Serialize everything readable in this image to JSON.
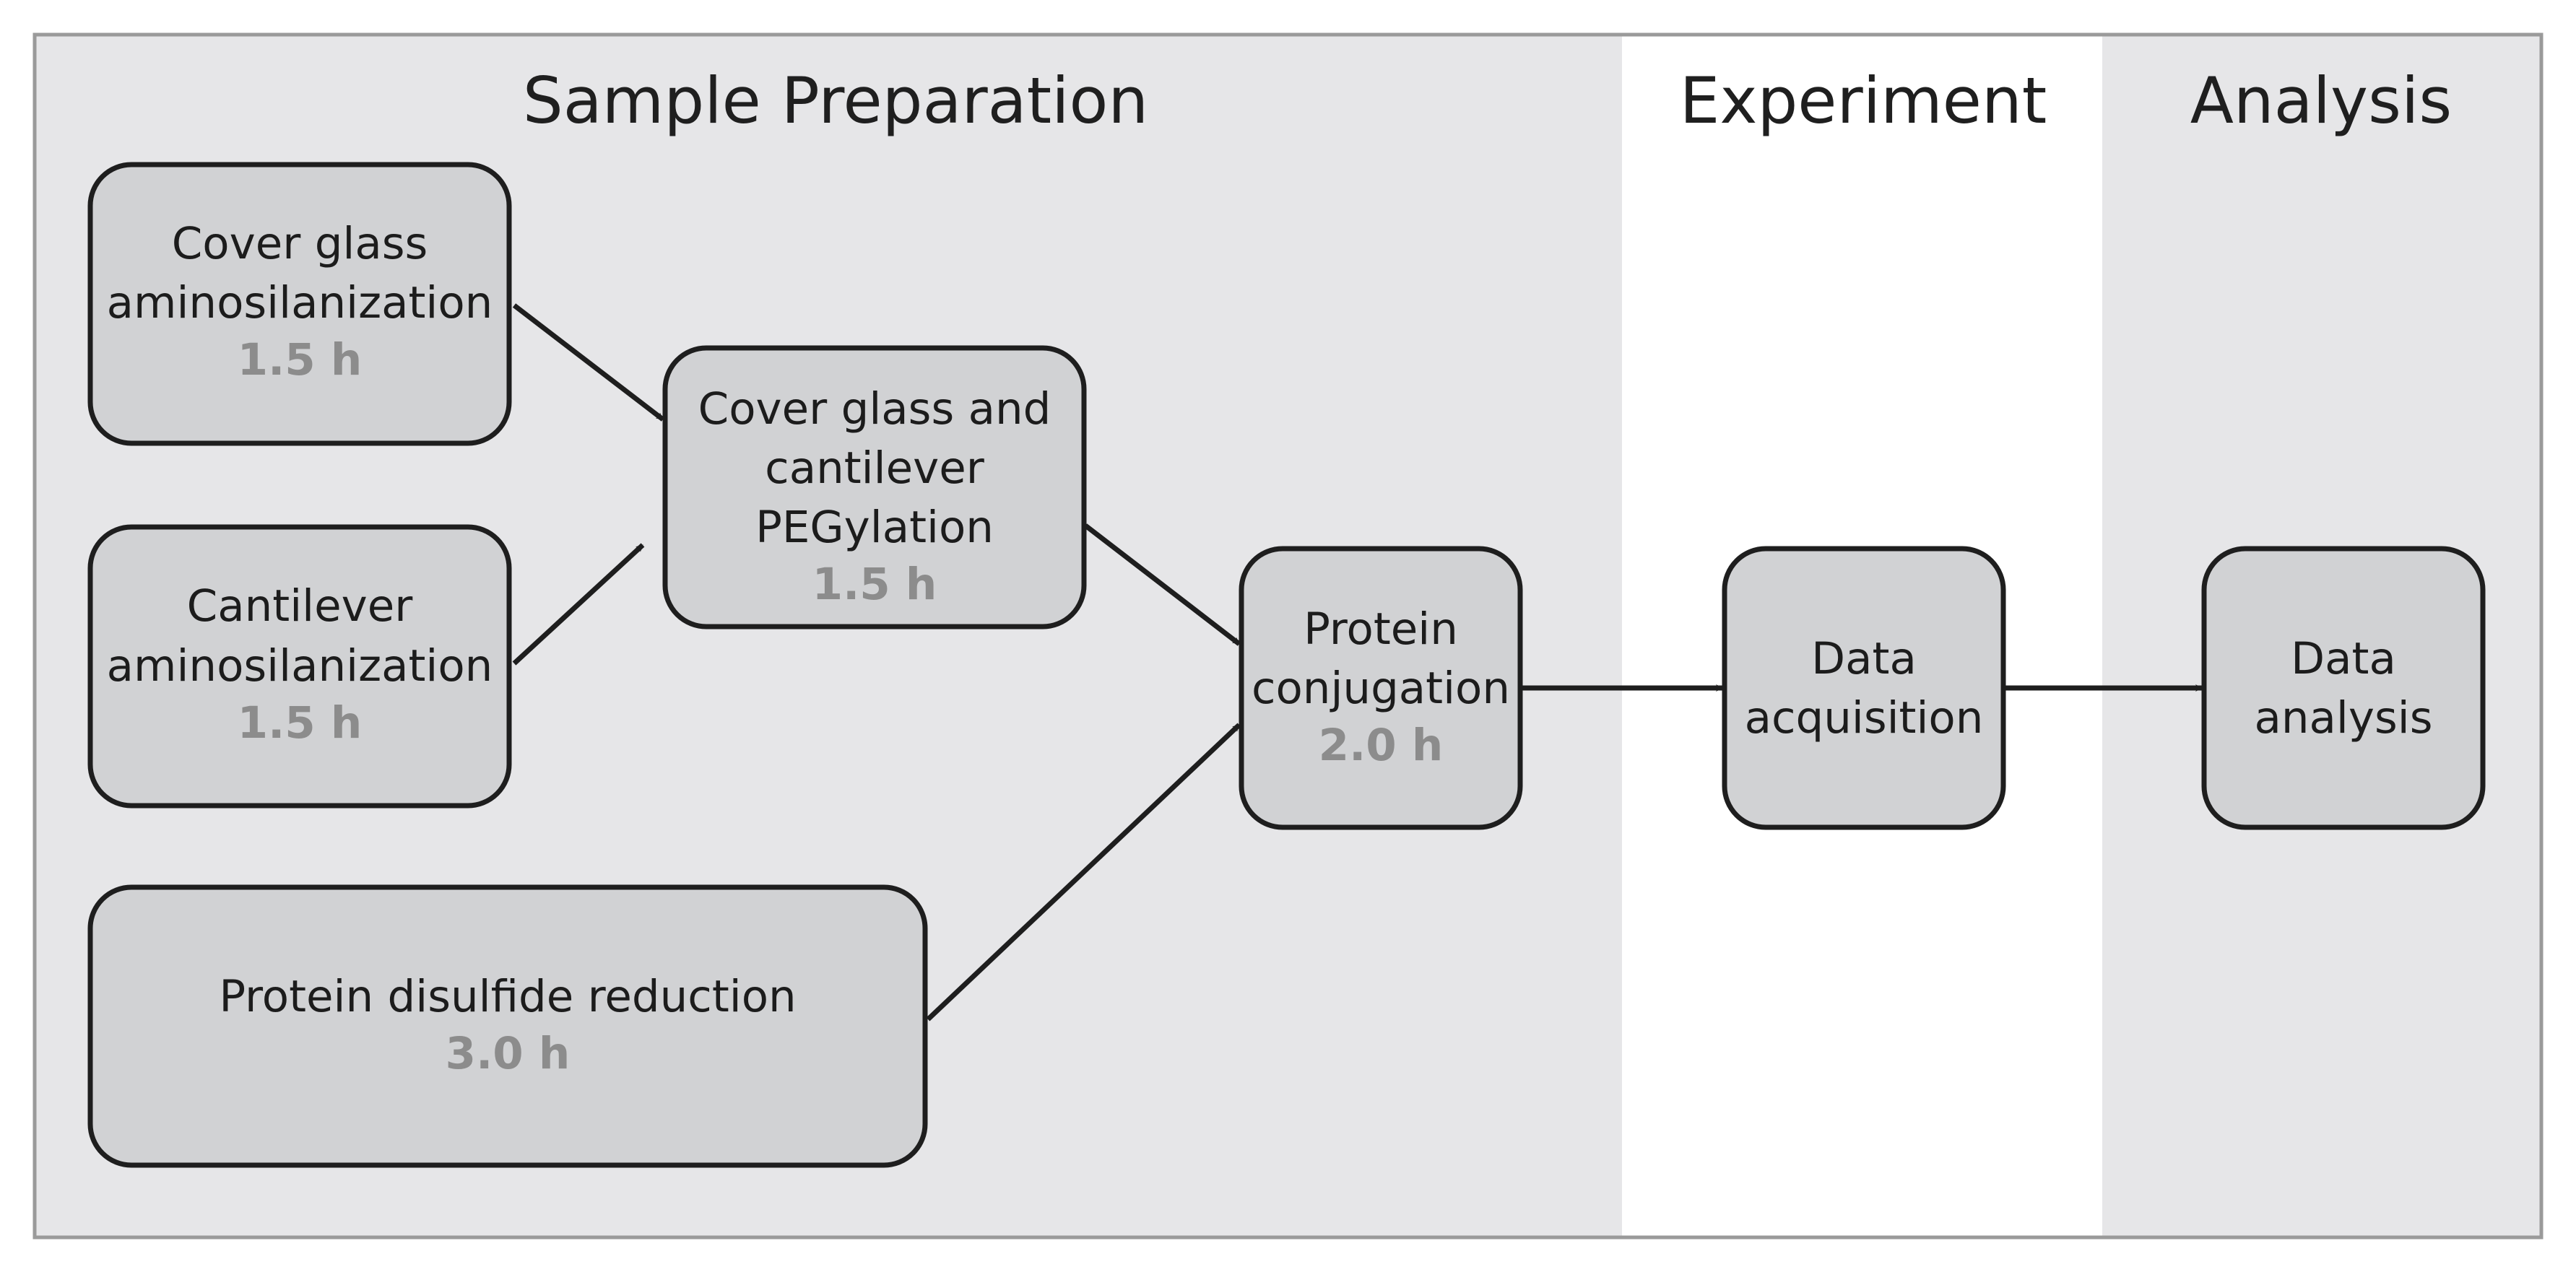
{
  "sections": {
    "sample_preparation": "Sample Preparation",
    "experiment": "Experiment",
    "analysis": "Analysis"
  },
  "nodes": {
    "cover_glass_aminosilanization": {
      "lines": [
        "Cover glass",
        "aminosilanization"
      ],
      "duration": "1.5 h"
    },
    "cantilever_aminosilanization": {
      "lines": [
        "Cantilever",
        "aminosilanization"
      ],
      "duration": "1.5 h"
    },
    "pegylation": {
      "lines": [
        "Cover glass and",
        "cantilever",
        "PEGylation"
      ],
      "duration": "1.5 h"
    },
    "disulfide_reduction": {
      "lines": [
        "Protein disulfide reduction"
      ],
      "duration": "3.0 h"
    },
    "protein_conjugation": {
      "lines": [
        "Protein",
        "conjugation"
      ],
      "duration": "2.0 h"
    },
    "data_acquisition": {
      "lines": [
        "Data",
        "acquisition"
      ]
    },
    "data_analysis": {
      "lines": [
        "Data",
        "analysis"
      ]
    }
  },
  "colors": {
    "panel_gray": "#e6e6e8",
    "panel_white": "#ffffff",
    "node_fill": "#d1d2d4",
    "stroke": "#1e1e1e",
    "duration_text": "#8c8c8c",
    "frame": "#9a9a9a"
  }
}
